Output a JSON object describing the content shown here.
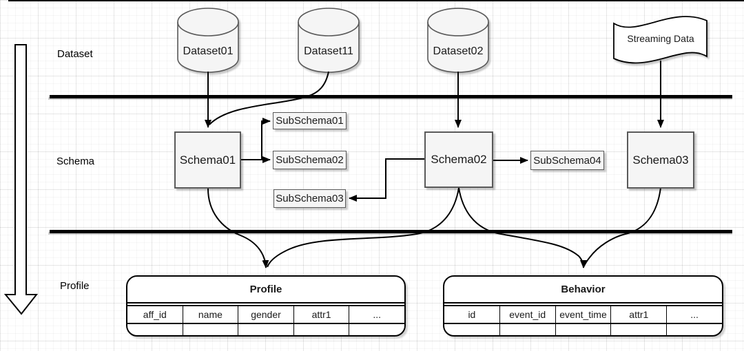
{
  "lanes": {
    "dataset": "Dataset",
    "schema": "Schema",
    "profile": "Profile"
  },
  "nodes": {
    "dataset01": "Dataset01",
    "dataset11": "Dataset11",
    "dataset02": "Dataset02",
    "streaming": "Streaming Data",
    "schema01": "Schema01",
    "schema02": "Schema02",
    "schema03": "Schema03",
    "subschema01": "SubSchema01",
    "subschema02": "SubSchema02",
    "subschema03": "SubSchema03",
    "subschema04": "SubSchema04"
  },
  "tables": {
    "profile": {
      "title": "Profile",
      "columns": [
        "aff_id",
        "name",
        "gender",
        "attr1",
        "..."
      ]
    },
    "behavior": {
      "title": "Behavior",
      "columns": [
        "id",
        "event_id",
        "event_time",
        "attr1",
        "..."
      ]
    }
  },
  "colors": {
    "shape_fill": "#f5f5f5",
    "shape_border": "#595959",
    "connector": "#000000",
    "lane_separator": "#000000",
    "table_fill": "#ffffff",
    "grid_line": "#e8e8e8"
  }
}
